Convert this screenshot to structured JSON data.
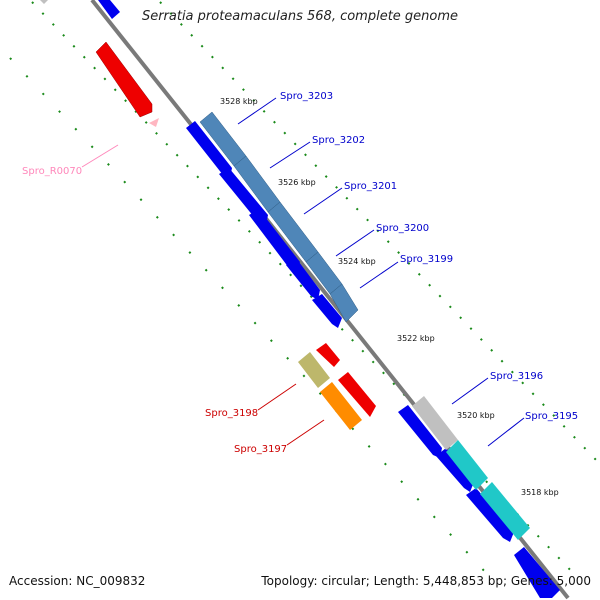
{
  "title": "Serratia proteamaculans 568, complete genome",
  "footer": {
    "accession": "Accession: NC_009832",
    "summary": "Topology: circular; Length: 5,448,853 bp; Genes: 5,000"
  },
  "ticks": [
    "3528 kbp",
    "3526 kbp",
    "3524 kbp",
    "3522 kbp",
    "3520 kbp",
    "3518 kbp"
  ],
  "labels": {
    "spro_3203": "Spro_3203",
    "spro_3202": "Spro_3202",
    "spro_3201": "Spro_3201",
    "spro_3200": "Spro_3200",
    "spro_3199": "Spro_3199",
    "spro_r0070": "Spro_R0070",
    "spro_3198": "Spro_3198",
    "spro_3197": "Spro_3197",
    "spro_3196": "Spro_3196",
    "spro_3195": "Spro_3195"
  },
  "colors": {
    "backbone": "#7a7a7a",
    "cds_forward": "#0000ee",
    "gene_blue_steel": "#4f86b8",
    "gene_red": "#ee0000",
    "gene_olive": "#bdb76b",
    "gene_orange": "#ff8c00",
    "gene_grey": "#c0c0c0",
    "gene_cyan": "#20c8c8",
    "rna_pink": "#ffb6c1",
    "label_blue": "#0000cc",
    "label_red": "#cc0000",
    "label_pink": "#ff88bb",
    "dot_green": "#1a8a1a"
  }
}
